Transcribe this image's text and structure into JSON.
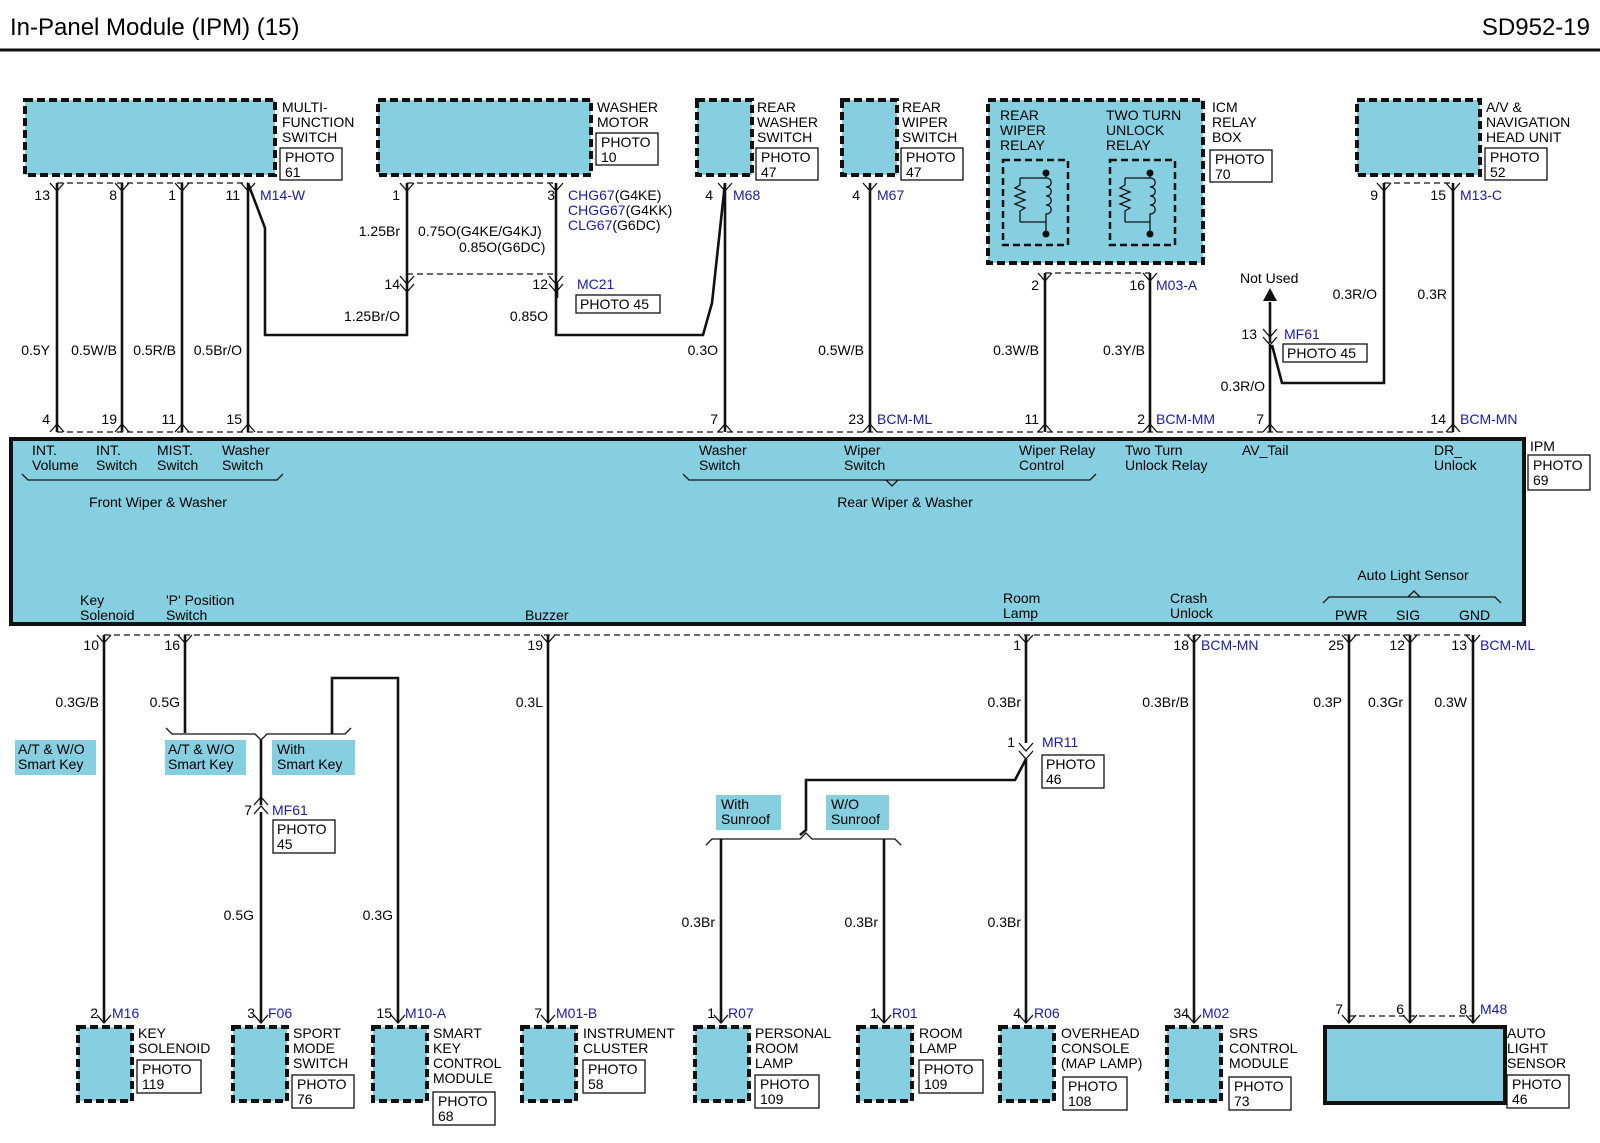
{
  "header": {
    "title": "In-Panel Module (IPM) (15)",
    "code": "SD952-19"
  },
  "top_components": [
    {
      "name": "MULTI-\nFUNCTION\nSWITCH",
      "photo": "PHOTO\n61"
    },
    {
      "name": "WASHER\nMOTOR",
      "photo": "PHOTO\n10"
    },
    {
      "name": "REAR\nWASHER\nSWITCH",
      "photo": "PHOTO\n47"
    },
    {
      "name": "REAR\nWIPER\nSWITCH",
      "photo": "PHOTO\n47"
    },
    {
      "name": "ICM\nRELAY\nBOX",
      "photo": "PHOTO\n70"
    },
    {
      "name": "A/V &\nNAVIGATION\nHEAD UNIT",
      "photo": "PHOTO\n52"
    }
  ],
  "icm_relays": {
    "left": "REAR\nWIPER\nRELAY",
    "right": "TWO TURN\nUNLOCK\nRELAY"
  },
  "connectors": {
    "m14w": "M14-W",
    "m68": "M68",
    "m67": "M67",
    "m03a": "M03-A",
    "m13c": "M13-C",
    "mc21": "MC21",
    "mf61_top": "MF61",
    "bcm_ml": "BCM-ML",
    "bcm_mm": "BCM-MM",
    "bcm_mn": "BCM-MN",
    "bcm_mn_b": "BCM-MN",
    "bcm_ml_b": "BCM-ML",
    "mr11": "MR11",
    "mf61_bot": "MF61",
    "m16": "M16",
    "f06": "F06",
    "m10a": "M10-A",
    "m01b": "M01-B",
    "r07": "R07",
    "r01": "R01",
    "r06": "R06",
    "m02": "M02",
    "m48": "M48",
    "chg67": "CHG67",
    "chgg67": "CHGG67",
    "clg67": "CLG67"
  },
  "engine_notes": {
    "g4ke": "(G4KE)",
    "g4kk": "(G4KK)",
    "g6dc": "(G6DC)"
  },
  "photo_refs": {
    "mc21": "PHOTO 45",
    "mf61_top": "PHOTO 45",
    "ipm": "PHOTO\n69",
    "mr11": "PHOTO\n46",
    "mf61_bot": "PHOTO\n45"
  },
  "not_used": "Not Used",
  "pins": {
    "mfs": [
      "13",
      "8",
      "1",
      "11"
    ],
    "washer": [
      "1",
      "3"
    ],
    "rws": "4",
    "rwpr": "4",
    "icm": [
      "2",
      "16"
    ],
    "av": [
      "9",
      "15"
    ],
    "mc21": [
      "14",
      "12"
    ],
    "mf61_top": "13",
    "ipm_top": [
      "4",
      "19",
      "11",
      "15",
      "7",
      "23",
      "11",
      "2",
      "7",
      "14"
    ],
    "ipm_bot": [
      "10",
      "16",
      "19",
      "1",
      "18",
      "25",
      "12",
      "13"
    ],
    "mr11": "1",
    "mf61_bot": "7",
    "bottom": [
      "2",
      "3",
      "15",
      "7",
      "1",
      "1",
      "4",
      "34"
    ],
    "m48": [
      "7",
      "6",
      "8"
    ]
  },
  "wires": {
    "top": [
      "0.5Y",
      "0.5W/B",
      "0.5R/B",
      "0.5Br/O",
      "0.3O",
      "0.5W/B",
      "0.3W/B",
      "0.3Y/B",
      "0.3R/O",
      "0.3R/O",
      "0.3R"
    ],
    "washer_l1": "1.25Br",
    "washer_l2": "1.25Br/O",
    "washer_r1": "0.75O(G4KE/G4KJ)",
    "washer_r2": "0.85O(G6DC)",
    "washer_r3": "0.85O",
    "bottom": [
      "0.3G/B",
      "0.5G",
      "0.5G",
      "0.3G",
      "0.3L",
      "0.3Br",
      "0.3Br",
      "0.3Br",
      "0.3Br",
      "0.3Br/B",
      "0.3P",
      "0.3Gr",
      "0.3W"
    ]
  },
  "ipm": {
    "label": "IPM",
    "top_labels": [
      "INT.\nVolume",
      "INT.\nSwitch",
      "MIST.\nSwitch",
      "Washer\nSwitch",
      "Washer\nSwitch",
      "Wiper\nSwitch",
      "Wiper Relay\nControl",
      "Two Turn\nUnlock Relay",
      "AV_Tail",
      "DR_\nUnlock"
    ],
    "group_front": "Front Wiper & Washer",
    "group_rear": "Rear Wiper & Washer",
    "bottom_labels": [
      "Key\nSolenoid",
      "'P' Position\nSwitch",
      "Buzzer",
      "Room\nLamp",
      "Crash\nUnlock",
      "PWR",
      "SIG",
      "GND"
    ],
    "group_auto": "Auto Light Sensor"
  },
  "options": {
    "at_wo_1": "A/T & W/O\nSmart Key",
    "at_wo_2": "A/T & W/O\nSmart Key",
    "with_sk": "With\nSmart Key",
    "with_sunroof": "With\nSunroof",
    "wo_sunroof": "W/O\nSunroof"
  },
  "bottom_components": [
    {
      "name": "KEY\nSOLENOID",
      "photo": "PHOTO\n119"
    },
    {
      "name": "SPORT\nMODE\nSWITCH",
      "photo": "PHOTO\n76"
    },
    {
      "name": "SMART\nKEY\nCONTROL\nMODULE",
      "photo": "PHOTO\n68"
    },
    {
      "name": "INSTRUMENT\nCLUSTER",
      "photo": "PHOTO\n58"
    },
    {
      "name": "PERSONAL\nROOM\nLAMP",
      "photo": "PHOTO\n109"
    },
    {
      "name": "ROOM\nLAMP",
      "photo": "PHOTO\n109"
    },
    {
      "name": "OVERHEAD\nCONSOLE\n(MAP LAMP)",
      "photo": "PHOTO\n108"
    },
    {
      "name": "SRS\nCONTROL\nMODULE",
      "photo": "PHOTO\n73"
    },
    {
      "name": "AUTO\nLIGHT\nSENSOR",
      "photo": "PHOTO\n46"
    }
  ]
}
